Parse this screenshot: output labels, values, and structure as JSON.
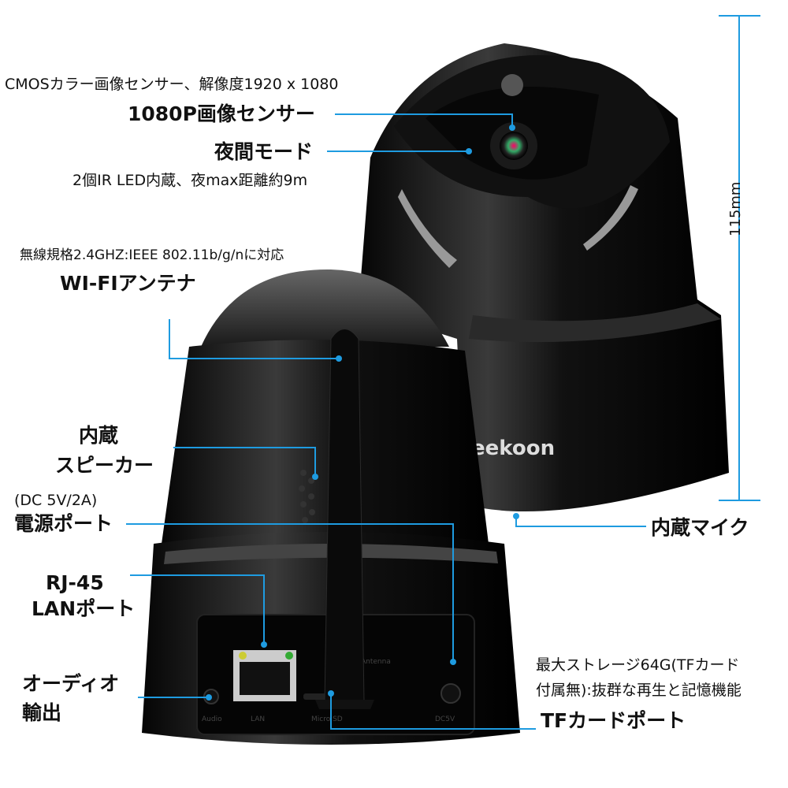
{
  "colors": {
    "callout": "#1e9be0",
    "camera": "#0c0c0c",
    "background": "#ffffff"
  },
  "annotations": {
    "sensor_detail": "CMOSカラー画像センサー、解像度1920 x 1080",
    "sensor_title": "1080P画像センサー",
    "night_title": "夜間モード",
    "night_detail": "2個IR LED内蔵、夜max距離約9m",
    "wifi_detail": "無線規格2.4GHZ:IEEE 802.11b/g/nに対応",
    "wifi_title": "WI-FIアンテナ",
    "speaker_line1": "内蔵",
    "speaker_line2": "スピーカー",
    "power_detail": "(DC 5V/2A)",
    "power_title": "電源ポート",
    "lan_line1": "RJ-45",
    "lan_line2": "LANポート",
    "audio_line1": "オーディオ",
    "audio_line2": "輸出",
    "storage_line1": "最大ストレージ64G(TFカード",
    "storage_line2": "付属無):抜群な再生と記憶機能",
    "tf_title": "TFカードポート",
    "mic_title": "内蔵マイク",
    "height": "115mm"
  },
  "product": {
    "brand_logo": "eekoon",
    "port_labels": [
      "Audio",
      "LAN",
      "Antenna",
      "Micro SD",
      "DC5V"
    ]
  }
}
